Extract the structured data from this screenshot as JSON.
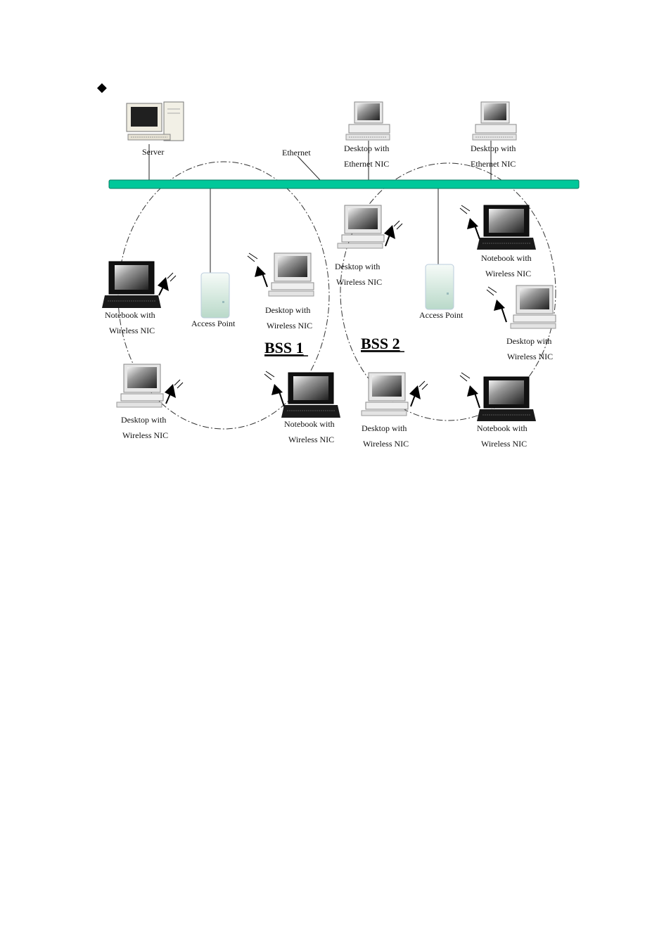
{
  "bullet": "◆",
  "diagram": {
    "ethernet_label": "Ethernet",
    "bss1_label": "BSS 1",
    "bss2_label": "BSS 2",
    "bus_color": "#00c89a",
    "nodes": [
      {
        "id": "server",
        "kind": "server",
        "lines": [
          "Server"
        ]
      },
      {
        "id": "eth-desktop-1",
        "kind": "desktop",
        "lines": [
          "Desktop with",
          "Ethernet NIC"
        ]
      },
      {
        "id": "eth-desktop-2",
        "kind": "desktop",
        "lines": [
          "Desktop with",
          "Ethernet NIC"
        ]
      },
      {
        "id": "ap-1",
        "kind": "ap",
        "lines": [
          "Access Point"
        ]
      },
      {
        "id": "ap-2",
        "kind": "ap",
        "lines": [
          "Access Point"
        ]
      },
      {
        "id": "bss1-notebook-left",
        "kind": "notebook",
        "lines": [
          "Notebook with",
          "Wireless NIC"
        ]
      },
      {
        "id": "bss1-desktop-top",
        "kind": "wdesktop",
        "lines": [
          "Desktop with",
          "Wireless NIC"
        ]
      },
      {
        "id": "bss1-desktop-bottom",
        "kind": "wdesktop",
        "lines": [
          "Desktop with",
          "Wireless NIC"
        ]
      },
      {
        "id": "bss1-notebook-bottom",
        "kind": "notebook",
        "lines": [
          "Notebook with",
          "Wireless NIC"
        ]
      },
      {
        "id": "bss2-desktop-top",
        "kind": "wdesktop",
        "lines": [
          "Desktop with",
          "Wireless NIC"
        ]
      },
      {
        "id": "bss2-notebook-top",
        "kind": "notebook",
        "lines": [
          "Notebook with",
          "Wireless NIC"
        ]
      },
      {
        "id": "bss2-desktop-right",
        "kind": "wdesktop",
        "lines": [
          "Desktop with",
          "Wireless NIC"
        ]
      },
      {
        "id": "bss2-desktop-bottom",
        "kind": "wdesktop",
        "lines": [
          "Desktop with",
          "Wireless NIC"
        ]
      },
      {
        "id": "bss2-notebook-bottom",
        "kind": "notebook",
        "lines": [
          "Notebook with",
          "Wireless NIC"
        ]
      }
    ]
  }
}
